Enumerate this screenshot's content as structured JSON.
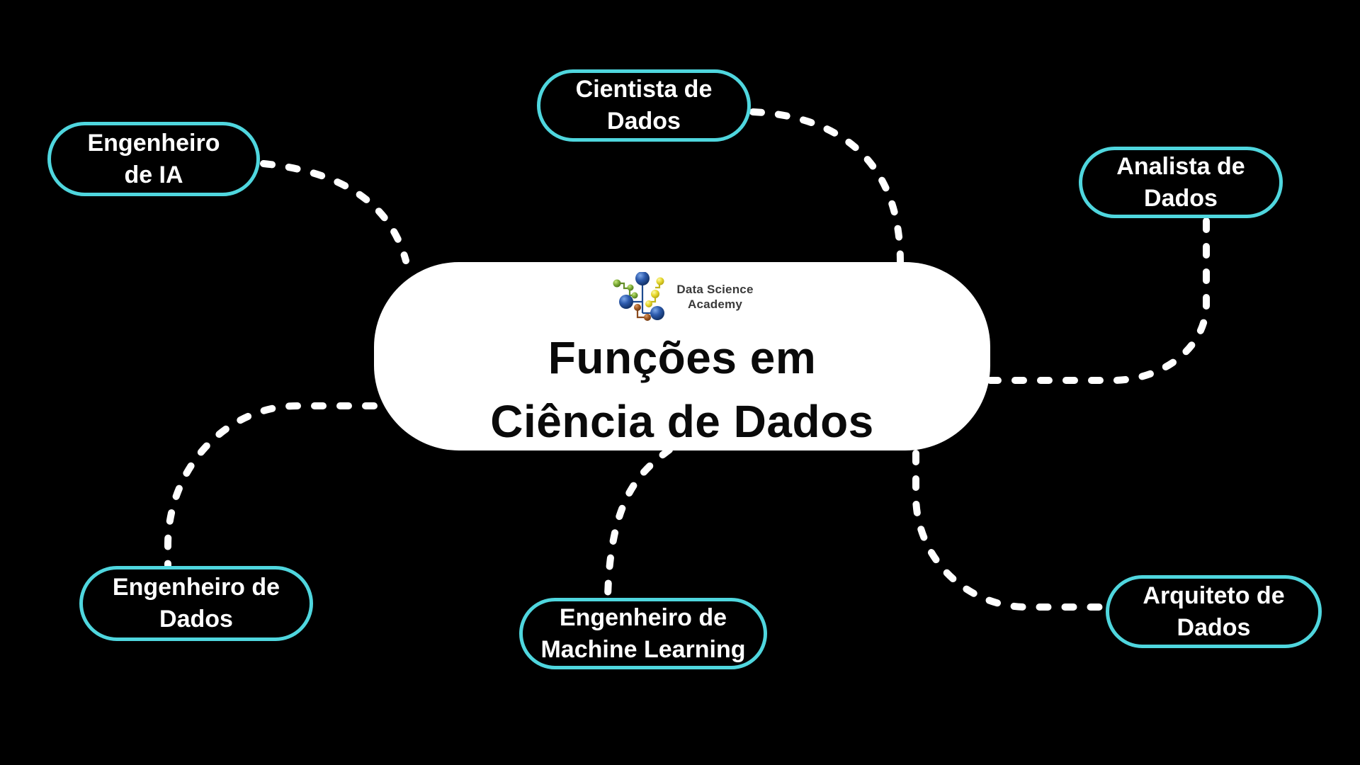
{
  "center": {
    "title_line1": "Funções em",
    "title_line2": "Ciência de Dados",
    "logo_line1": "Data Science",
    "logo_line2": "Academy"
  },
  "nodes": [
    {
      "id": "engenheiro-ia",
      "line1": "Engenheiro",
      "line2": "de IA"
    },
    {
      "id": "cientista-de-dados",
      "line1": "Cientista de",
      "line2": "Dados"
    },
    {
      "id": "analista-de-dados",
      "line1": "Analista de",
      "line2": "Dados"
    },
    {
      "id": "engenheiro-de-dados",
      "line1": "Engenheiro de",
      "line2": "Dados"
    },
    {
      "id": "engenheiro-de-machine-learning",
      "line1": "Engenheiro de",
      "line2": "Machine Learning"
    },
    {
      "id": "arquiteto-de-dados",
      "line1": "Arquiteto de",
      "line2": "Dados"
    }
  ],
  "colors": {
    "background": "#000000",
    "node_border": "#4fd6de",
    "node_text": "#ffffff",
    "center_background": "#ffffff",
    "center_text": "#0a0a0a",
    "connector": "#ffffff",
    "logo_text": "#3a3a3a"
  }
}
